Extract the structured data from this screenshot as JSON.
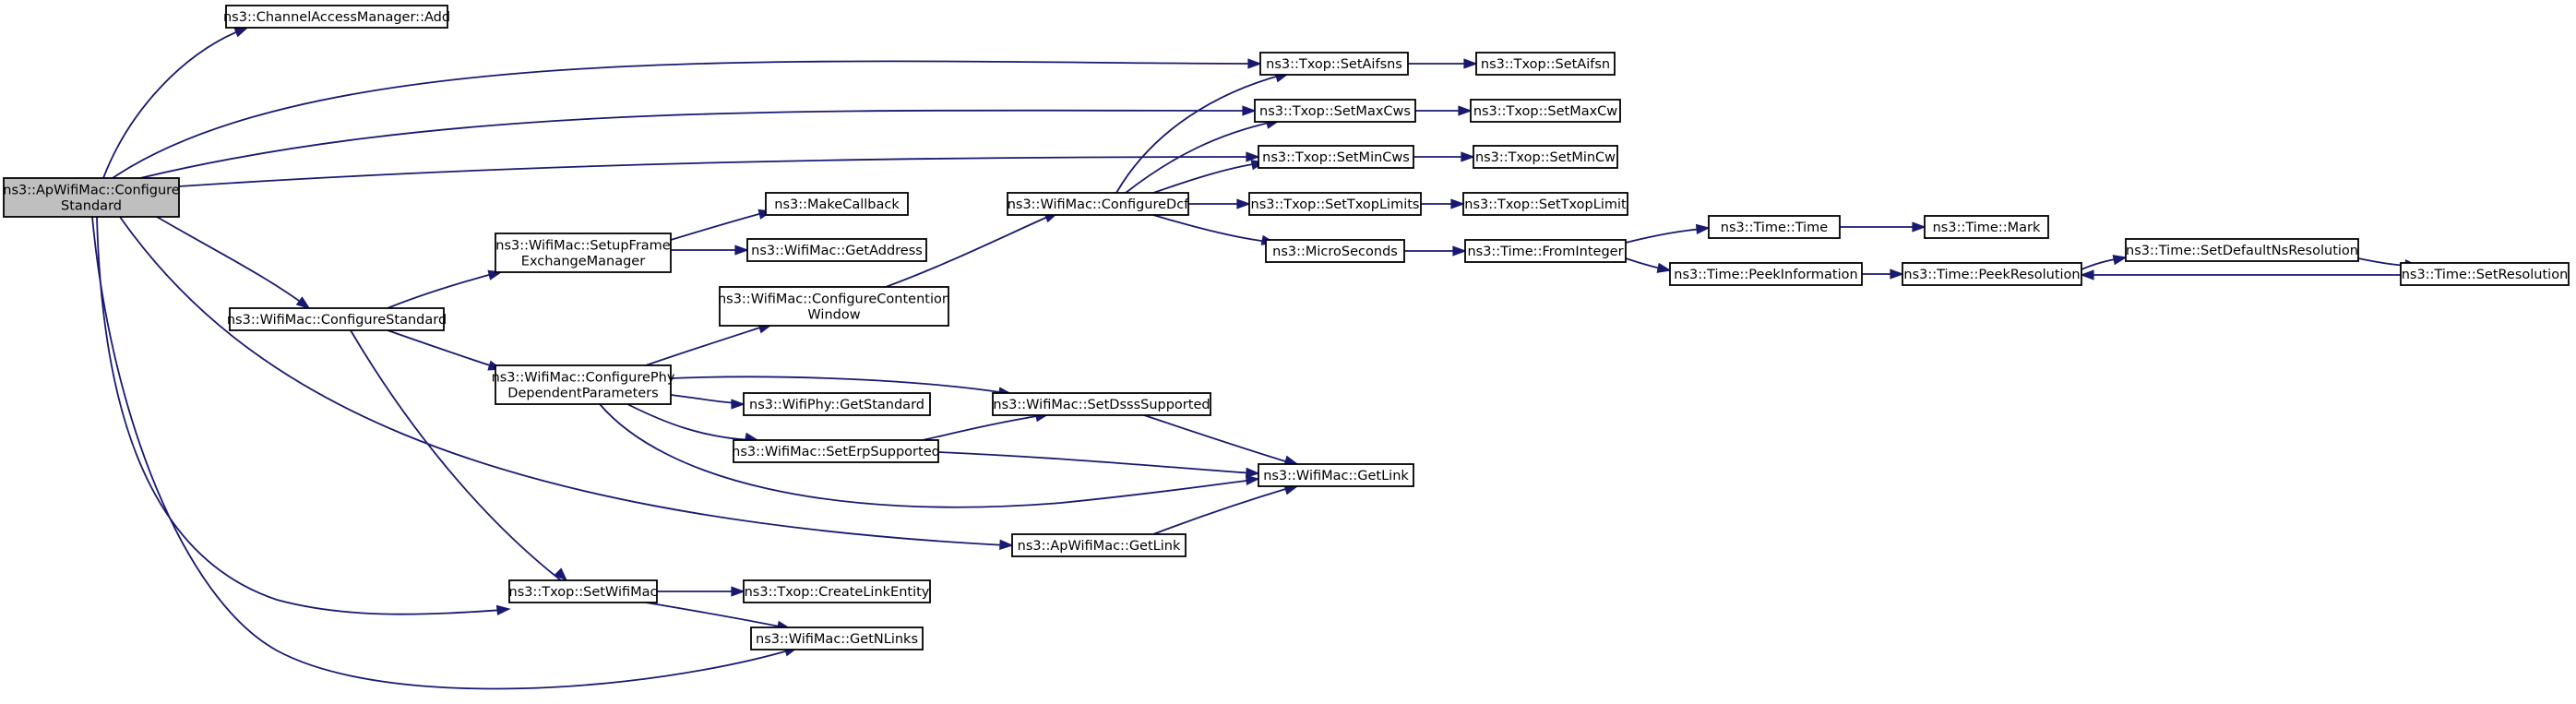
{
  "diagram": {
    "nodes": {
      "root": {
        "lines": [
          "ns3::ApWifiMac::Configure",
          "Standard"
        ]
      },
      "cam_add": {
        "lines": [
          "ns3::ChannelAccessManager::Add"
        ]
      },
      "wm_cfgstd": {
        "lines": [
          "ns3::WifiMac::ConfigureStandard"
        ]
      },
      "wm_setupfem": {
        "lines": [
          "ns3::WifiMac::SetupFrame",
          "ExchangeManager"
        ]
      },
      "makecallback": {
        "lines": [
          "ns3::MakeCallback"
        ]
      },
      "wm_getaddr": {
        "lines": [
          "ns3::WifiMac::GetAddress"
        ]
      },
      "wm_cfgphy": {
        "lines": [
          "ns3::WifiMac::ConfigurePhy",
          "DependentParameters"
        ]
      },
      "wm_cfgcw": {
        "lines": [
          "ns3::WifiMac::ConfigureContention",
          "Window"
        ]
      },
      "wm_cfgdcf": {
        "lines": [
          "ns3::WifiMac::ConfigureDcf"
        ]
      },
      "tx_setaifsns": {
        "lines": [
          "ns3::Txop::SetAifsns"
        ]
      },
      "tx_setaifsn": {
        "lines": [
          "ns3::Txop::SetAifsn"
        ]
      },
      "tx_setmaxcws": {
        "lines": [
          "ns3::Txop::SetMaxCws"
        ]
      },
      "tx_setmaxcw": {
        "lines": [
          "ns3::Txop::SetMaxCw"
        ]
      },
      "tx_setmincws": {
        "lines": [
          "ns3::Txop::SetMinCws"
        ]
      },
      "tx_setmincw": {
        "lines": [
          "ns3::Txop::SetMinCw"
        ]
      },
      "tx_settxoplimits": {
        "lines": [
          "ns3::Txop::SetTxopLimits"
        ]
      },
      "tx_settxoplimit": {
        "lines": [
          "ns3::Txop::SetTxopLimit"
        ]
      },
      "microseconds": {
        "lines": [
          "ns3::MicroSeconds"
        ]
      },
      "time_frominteger": {
        "lines": [
          "ns3::Time::FromInteger"
        ]
      },
      "time_time": {
        "lines": [
          "ns3::Time::Time"
        ]
      },
      "time_mark": {
        "lines": [
          "ns3::Time::Mark"
        ]
      },
      "time_peekinfo": {
        "lines": [
          "ns3::Time::PeekInformation"
        ]
      },
      "time_peekres": {
        "lines": [
          "ns3::Time::PeekResolution"
        ]
      },
      "time_setdefns": {
        "lines": [
          "ns3::Time::SetDefaultNsResolution"
        ]
      },
      "time_setres": {
        "lines": [
          "ns3::Time::SetResolution"
        ]
      },
      "wp_getstd": {
        "lines": [
          "ns3::WifiPhy::GetStandard"
        ]
      },
      "wm_setdsss": {
        "lines": [
          "ns3::WifiMac::SetDsssSupported"
        ]
      },
      "wm_seterp": {
        "lines": [
          "ns3::WifiMac::SetErpSupported"
        ]
      },
      "wm_getlink": {
        "lines": [
          "ns3::WifiMac::GetLink"
        ]
      },
      "apwm_getlink": {
        "lines": [
          "ns3::ApWifiMac::GetLink"
        ]
      },
      "tx_setwifimac": {
        "lines": [
          "ns3::Txop::SetWifiMac"
        ]
      },
      "tx_createlink": {
        "lines": [
          "ns3::Txop::CreateLinkEntity"
        ]
      },
      "wm_getnlinks": {
        "lines": [
          "ns3::WifiMac::GetNLinks"
        ]
      }
    },
    "edges": [
      [
        "root",
        "cam_add"
      ],
      [
        "root",
        "tx_setaifsns"
      ],
      [
        "root",
        "tx_setmaxcws"
      ],
      [
        "root",
        "tx_setmincws"
      ],
      [
        "root",
        "wm_cfgstd"
      ],
      [
        "root",
        "apwm_getlink"
      ],
      [
        "root",
        "tx_setwifimac"
      ],
      [
        "root",
        "wm_getnlinks"
      ],
      [
        "wm_cfgstd",
        "wm_setupfem"
      ],
      [
        "wm_cfgstd",
        "wm_cfgphy"
      ],
      [
        "wm_cfgstd",
        "tx_setwifimac"
      ],
      [
        "wm_setupfem",
        "makecallback"
      ],
      [
        "wm_setupfem",
        "wm_getaddr"
      ],
      [
        "wm_cfgphy",
        "wm_cfgcw"
      ],
      [
        "wm_cfgphy",
        "wp_getstd"
      ],
      [
        "wm_cfgphy",
        "wm_setdsss"
      ],
      [
        "wm_cfgphy",
        "wm_seterp"
      ],
      [
        "wm_cfgphy",
        "wm_getlink"
      ],
      [
        "wm_cfgcw",
        "wm_cfgdcf"
      ],
      [
        "wm_cfgdcf",
        "tx_setaifsns"
      ],
      [
        "wm_cfgdcf",
        "tx_setmaxcws"
      ],
      [
        "wm_cfgdcf",
        "tx_setmincws"
      ],
      [
        "wm_cfgdcf",
        "tx_settxoplimits"
      ],
      [
        "wm_cfgdcf",
        "microseconds"
      ],
      [
        "tx_setaifsns",
        "tx_setaifsn"
      ],
      [
        "tx_setmaxcws",
        "tx_setmaxcw"
      ],
      [
        "tx_setmincws",
        "tx_setmincw"
      ],
      [
        "tx_settxoplimits",
        "tx_settxoplimit"
      ],
      [
        "microseconds",
        "time_frominteger"
      ],
      [
        "time_frominteger",
        "time_time"
      ],
      [
        "time_frominteger",
        "time_peekinfo"
      ],
      [
        "time_time",
        "time_mark"
      ],
      [
        "time_peekinfo",
        "time_peekres"
      ],
      [
        "time_peekres",
        "time_setdefns"
      ],
      [
        "time_setdefns",
        "time_setres"
      ],
      [
        "time_setres",
        "time_peekres"
      ],
      [
        "wm_setdsss",
        "wm_getlink"
      ],
      [
        "wm_seterp",
        "wm_setdsss"
      ],
      [
        "wm_seterp",
        "wm_getlink"
      ],
      [
        "apwm_getlink",
        "wm_getlink"
      ],
      [
        "tx_setwifimac",
        "tx_createlink"
      ],
      [
        "tx_setwifimac",
        "wm_getnlinks"
      ]
    ]
  }
}
